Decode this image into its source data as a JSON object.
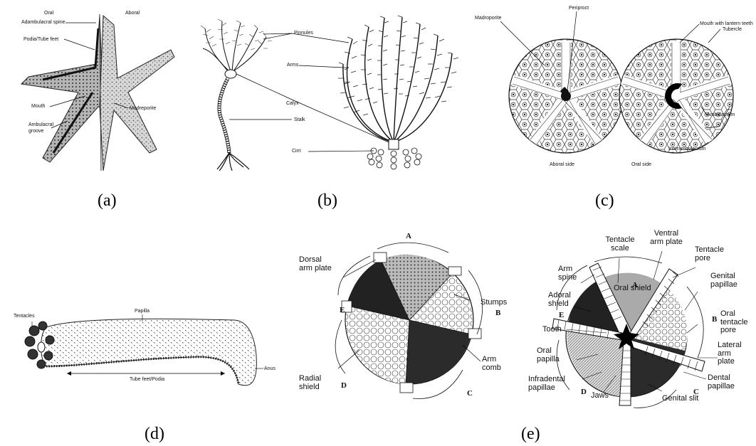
{
  "panel_a": {
    "caption": "(a)",
    "labels": {
      "oral": "Oral",
      "aboral": "Aboral",
      "adambulacral_spine": "Adambulacral spine",
      "podia": "Podia/Tube feet",
      "mouth": "Mouth",
      "ambulacral_groove_1": "Ambulacral",
      "ambulacral_groove_2": "groove",
      "madreporite": "Madreporite"
    }
  },
  "panel_b": {
    "caption": "(b)",
    "labels": {
      "pinnules": "Pinnules",
      "arms": "Arms",
      "calyx": "Calyx",
      "stalk": "Stalk",
      "cirri": "Cirri"
    }
  },
  "panel_c": {
    "caption": "(c)",
    "labels": {
      "periproct": "Periproct",
      "madroporite": "Madroporite",
      "mouth": "Mouth with lantern teeth",
      "tubercle": "Tubercle",
      "ambulacrum": "Ambulacrum",
      "interambulacrum": "Interambulacrum",
      "aboral_side": "Aboral side",
      "oral_side": "Oral side"
    }
  },
  "panel_d": {
    "caption": "(d)",
    "labels": {
      "tentacles": "Tentacles",
      "papilla": "Papilla",
      "anus": "Anus",
      "tube_feet": "Tube feet/Podia"
    }
  },
  "panel_e": {
    "caption": "(e)",
    "left": {
      "A": "A",
      "B": "B",
      "C": "C",
      "D": "D",
      "E": "E",
      "dorsal_1": "Dorsal",
      "dorsal_2": "arm plate",
      "stumps": "Stumps",
      "radial_1": "Radial",
      "radial_2": "shield",
      "arm_comb_1": "Arm",
      "arm_comb_2": "comb"
    },
    "right": {
      "A": "A",
      "B": "B",
      "C": "C",
      "D": "D",
      "E": "E",
      "tentacle_scale_1": "Tentacle",
      "tentacle_scale_2": "scale",
      "ventral_1": "Ventral",
      "ventral_2": "arm plate",
      "tentacle_pore_1": "Tentacle",
      "tentacle_pore_2": "pore",
      "arm_spine_1": "Arm",
      "arm_spine_2": "spine",
      "oral_shield": "Oral shield",
      "genital_papillae_1": "Genital",
      "genital_papillae_2": "papillae",
      "adoral_1": "Adoral",
      "adoral_2": "shield",
      "tooth": "Tooth",
      "oral_tentacle_1": "Oral",
      "oral_tentacle_2": "tentacle",
      "oral_tentacle_3": "pore",
      "oral_papilla_1": "Oral",
      "oral_papilla_2": "papilla",
      "lateral_1": "Lateral",
      "lateral_2": "arm",
      "lateral_3": "plate",
      "infradental_1": "Infradental",
      "infradental_2": "papillae",
      "dental_1": "Dental",
      "dental_2": "papillae",
      "jaws": "Jaws",
      "genital_slit": "Genital slit"
    }
  }
}
